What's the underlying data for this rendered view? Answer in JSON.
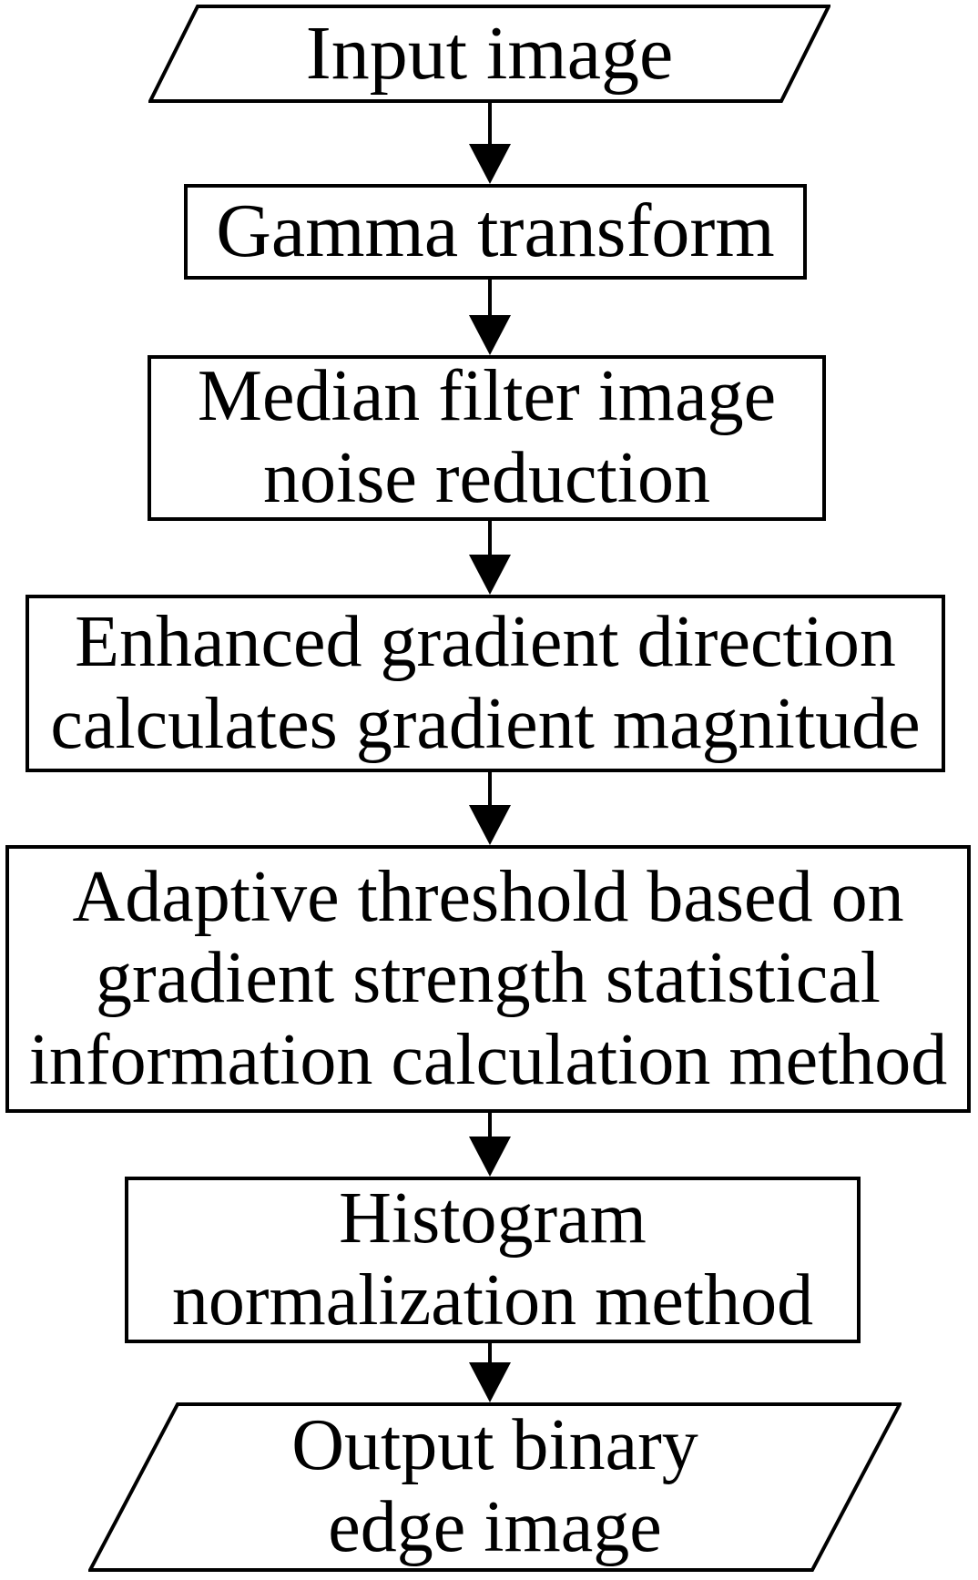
{
  "figure": {
    "type": "flowchart",
    "background_color": "#ffffff",
    "stroke_color": "#000000",
    "text_color": "#000000"
  },
  "nodes": [
    {
      "id": "input-image",
      "shape": "parallelogram",
      "lines": [
        "Input image"
      ]
    },
    {
      "id": "gamma-transform",
      "shape": "rectangle",
      "lines": [
        "Gamma transform"
      ]
    },
    {
      "id": "median-filter",
      "shape": "rectangle",
      "lines": [
        "Median filter image",
        "noise reduction"
      ]
    },
    {
      "id": "enhanced-gradient",
      "shape": "rectangle",
      "lines": [
        "Enhanced gradient direction",
        "calculates gradient magnitude"
      ]
    },
    {
      "id": "adaptive-threshold",
      "shape": "rectangle",
      "lines": [
        "Adaptive threshold based on",
        "gradient strength statistical",
        "information calculation method"
      ]
    },
    {
      "id": "histogram-normalization",
      "shape": "rectangle",
      "lines": [
        "Histogram",
        "normalization method"
      ]
    },
    {
      "id": "output-binary-edge",
      "shape": "parallelogram",
      "lines": [
        "Output binary",
        "edge image"
      ]
    }
  ],
  "edges": [
    {
      "from": "input-image",
      "to": "gamma-transform"
    },
    {
      "from": "gamma-transform",
      "to": "median-filter"
    },
    {
      "from": "median-filter",
      "to": "enhanced-gradient"
    },
    {
      "from": "enhanced-gradient",
      "to": "adaptive-threshold"
    },
    {
      "from": "adaptive-threshold",
      "to": "histogram-normalization"
    },
    {
      "from": "histogram-normalization",
      "to": "output-binary-edge"
    }
  ]
}
